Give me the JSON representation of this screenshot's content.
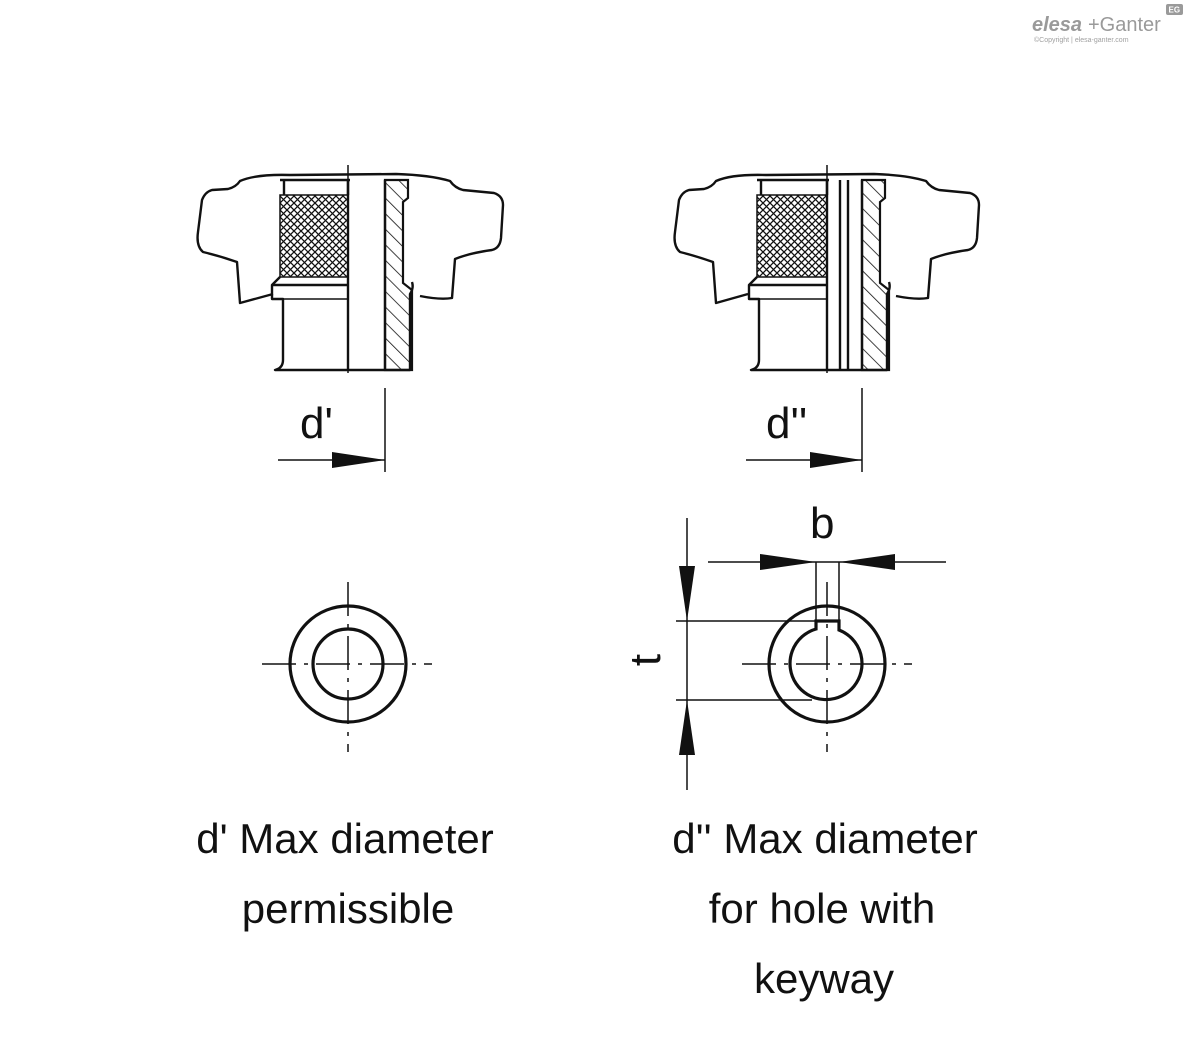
{
  "brand": {
    "name_part1": "elesa",
    "name_part2": "+Ganter",
    "badge": "EG",
    "copyright": "©Copyright | elesa-ganter.com"
  },
  "left_figure": {
    "dimension_label": "d'",
    "caption_lines": [
      "d' Max diameter",
      "permissible"
    ]
  },
  "right_figure": {
    "dimension_label": "d''",
    "keyway_width_label": "b",
    "keyway_depth_label": "t",
    "caption_lines": [
      "d'' Max diameter",
      "for hole with",
      "keyway"
    ]
  }
}
